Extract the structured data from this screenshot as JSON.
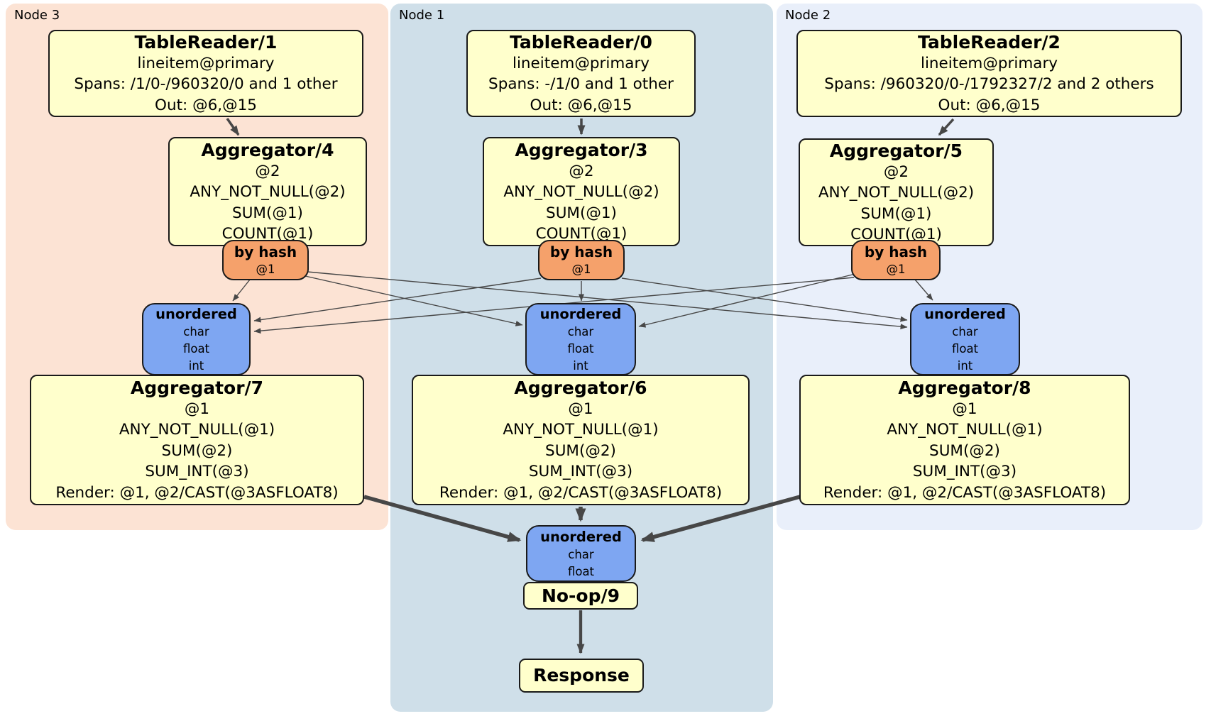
{
  "panels": {
    "node3": {
      "label": "Node 3"
    },
    "node1": {
      "label": "Node 1"
    },
    "node2": {
      "label": "Node 2"
    }
  },
  "operators": {
    "tablereader1": {
      "title": "TableReader/1",
      "lines": [
        "lineitem@primary",
        "Spans: /1/0-/960320/0 and 1 other",
        "Out: @6,@15"
      ]
    },
    "tablereader0": {
      "title": "TableReader/0",
      "lines": [
        "lineitem@primary",
        "Spans: -/1/0 and 1 other",
        "Out: @6,@15"
      ]
    },
    "tablereader2": {
      "title": "TableReader/2",
      "lines": [
        "lineitem@primary",
        "Spans: /960320/0-/1792327/2 and 2 others",
        "Out: @6,@15"
      ]
    },
    "aggregator4": {
      "title": "Aggregator/4",
      "lines": [
        "@2",
        "ANY_NOT_NULL(@2)",
        "SUM(@1)",
        "COUNT(@1)"
      ]
    },
    "aggregator3": {
      "title": "Aggregator/3",
      "lines": [
        "@2",
        "ANY_NOT_NULL(@2)",
        "SUM(@1)",
        "COUNT(@1)"
      ]
    },
    "aggregator5": {
      "title": "Aggregator/5",
      "lines": [
        "@2",
        "ANY_NOT_NULL(@2)",
        "SUM(@1)",
        "COUNT(@1)"
      ]
    },
    "aggregator7": {
      "title": "Aggregator/7",
      "lines": [
        "@1",
        "ANY_NOT_NULL(@1)",
        "SUM(@2)",
        "SUM_INT(@3)",
        "Render: @1, @2/CAST(@3ASFLOAT8)"
      ]
    },
    "aggregator6": {
      "title": "Aggregator/6",
      "lines": [
        "@1",
        "ANY_NOT_NULL(@1)",
        "SUM(@2)",
        "SUM_INT(@3)",
        "Render: @1, @2/CAST(@3ASFLOAT8)"
      ]
    },
    "aggregator8": {
      "title": "Aggregator/8",
      "lines": [
        "@1",
        "ANY_NOT_NULL(@1)",
        "SUM(@2)",
        "SUM_INT(@3)",
        "Render: @1, @2/CAST(@3ASFLOAT8)"
      ]
    },
    "noop": {
      "title": "No-op/9"
    },
    "response": {
      "title": "Response"
    }
  },
  "routers": {
    "hash_left": {
      "title": "by hash",
      "lines": [
        "@1"
      ]
    },
    "hash_mid": {
      "title": "by hash",
      "lines": [
        "@1"
      ]
    },
    "hash_right": {
      "title": "by hash",
      "lines": [
        "@1"
      ]
    }
  },
  "syncs": {
    "unordered_left": {
      "title": "unordered",
      "lines": [
        "char",
        "float",
        "int"
      ]
    },
    "unordered_mid": {
      "title": "unordered",
      "lines": [
        "char",
        "float",
        "int"
      ]
    },
    "unordered_right": {
      "title": "unordered",
      "lines": [
        "char",
        "float",
        "int"
      ]
    },
    "unordered_final": {
      "title": "unordered",
      "lines": [
        "char",
        "float"
      ]
    }
  },
  "colors": {
    "operator_fill": "#ffffcc",
    "router_fill": "#f5a16b",
    "sync_fill": "#7ea6f2",
    "node3_bg": "#fce3d4",
    "node1_bg": "#cfdfe9",
    "node2_bg": "#e9effa",
    "edge": "#474747",
    "border": "#1a1a1a"
  }
}
